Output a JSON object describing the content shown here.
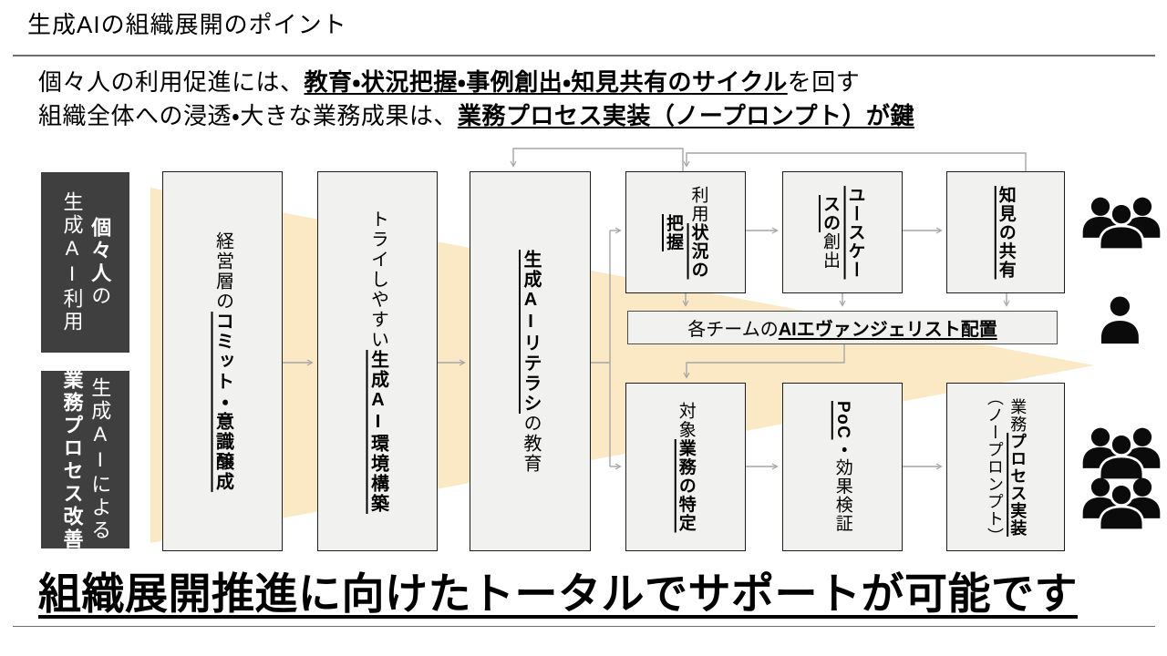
{
  "page": {
    "title": "生成AIの組織展開のポイント"
  },
  "intro": {
    "line1": [
      {
        "t": "個々人の利用促進には、"
      },
      {
        "t": "教育・状況把握・事例創出・知見共有のサイクル",
        "b": true,
        "u": true
      },
      {
        "t": "を回す"
      }
    ],
    "line2": [
      {
        "t": "組織全体への浸透・大きな業務成果は、"
      },
      {
        "t": "業務プロセス実装（ノープロンプト）が鍵",
        "b": true,
        "u": true
      }
    ]
  },
  "lanes": {
    "individual": {
      "segments": [
        {
          "t": "個々人",
          "b": true
        },
        {
          "t": "の\n生成"
        },
        {
          "t": "AI",
          "up": true
        },
        {
          "t": "利用"
        }
      ]
    },
    "process": {
      "segments": [
        {
          "t": "生成"
        },
        {
          "t": "AI",
          "up": true
        },
        {
          "t": "による\n"
        },
        {
          "t": "業務プロセス改善",
          "b": true
        }
      ]
    }
  },
  "boxes": {
    "management_commit": {
      "segments": [
        {
          "t": "経営層の"
        },
        {
          "t": "コミット・意識醸成",
          "b": true,
          "u": true
        }
      ]
    },
    "easy_env": {
      "segments": [
        {
          "t": "トライしやすい"
        },
        {
          "t": "生成",
          "b": true,
          "u": true
        },
        {
          "t": "AI",
          "b": true,
          "u": true,
          "up": true
        },
        {
          "t": "環境構築",
          "b": true,
          "u": true
        }
      ]
    },
    "literacy_edu": {
      "segments": [
        {
          "t": "生成",
          "b": true,
          "u": true
        },
        {
          "t": "AI",
          "b": true,
          "u": true,
          "up": true
        },
        {
          "t": "リテラシ",
          "b": true,
          "u": true
        },
        {
          "t": "の教育"
        }
      ]
    },
    "usage_grasp": {
      "segments": [
        {
          "t": "利用"
        },
        {
          "t": "状況の\n把握",
          "b": true,
          "u": true
        }
      ]
    },
    "usecase_creation": {
      "segments": [
        {
          "t": "ユースケー\nスの",
          "b": true,
          "u": true
        },
        {
          "t": "創出"
        }
      ]
    },
    "knowledge_share": {
      "segments": [
        {
          "t": "知見の共有",
          "b": true,
          "u": true
        }
      ]
    },
    "evangelist": {
      "segments": [
        {
          "t": "各チームの"
        },
        {
          "t": "AIエヴァンジェリスト配置",
          "b": true,
          "u": true
        }
      ]
    },
    "target_work": {
      "segments": [
        {
          "t": "対象"
        },
        {
          "t": "業務の特定",
          "b": true,
          "u": true
        }
      ]
    },
    "poc": {
      "segments": [
        {
          "t": "PoC",
          "b": true,
          "u": true
        },
        {
          "t": "・効果検証"
        }
      ]
    },
    "process_impl": {
      "segments": [
        {
          "t": "業務"
        },
        {
          "t": "プロセス実装",
          "b": true,
          "u": true
        },
        {
          "t": "\n（ノープロンプト）"
        }
      ]
    }
  },
  "statement": {
    "segments": [
      {
        "t": "組織展開推進に向けたトータルでサポートが可能です",
        "b": true,
        "u": true
      }
    ]
  },
  "icons": {
    "top_right": "people-group-icon",
    "middle_right": "person-icon",
    "bottom_right_1": "people-group-icon",
    "bottom_right_2": "people-group-icon"
  },
  "colors": {
    "accent_wedge": "#fbe9c6",
    "box_fill": "#f1f1ef",
    "box_border": "#1c1c1c",
    "dark_fill": "#3f3f3f",
    "connector": "#a6a6a6",
    "divider": "#6e6e6e",
    "text": "#000000"
  }
}
